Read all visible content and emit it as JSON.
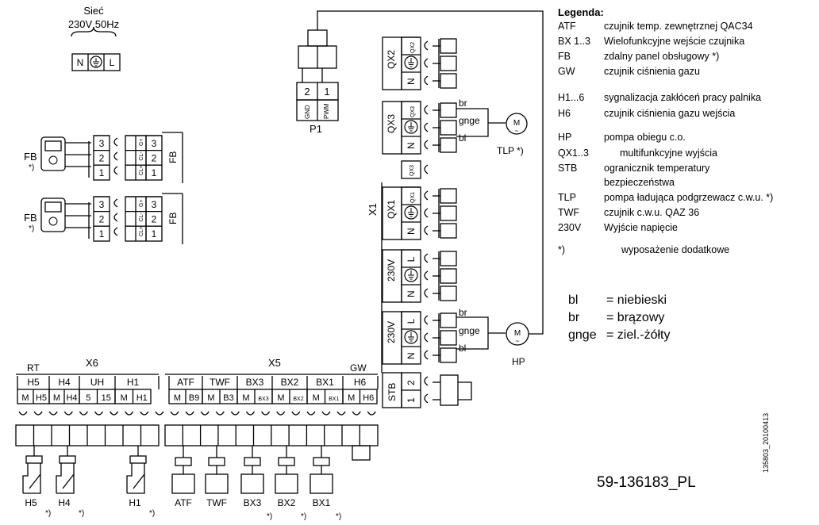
{
  "mains": {
    "title_line1": "Sieć",
    "title_line2": "230V 50Hz",
    "terminals": [
      "N",
      "⏚",
      "L"
    ]
  },
  "p1": {
    "label": "P1",
    "pins": [
      "2",
      "1"
    ],
    "pin_labels": [
      "GND",
      "PWM"
    ]
  },
  "fb_panels": [
    {
      "label": "FB",
      "note": "*)",
      "pins": [
        "3",
        "2",
        "1"
      ],
      "signals": [
        "G+",
        "CL-",
        "CL+"
      ],
      "right_pins": [
        "3",
        "2",
        "1"
      ],
      "right_label": "FB"
    },
    {
      "label": "FB",
      "note": "*)",
      "pins": [
        "3",
        "2",
        "1"
      ],
      "signals": [
        "G+",
        "CL-",
        "CL+"
      ],
      "right_pins": [
        "3",
        "2",
        "1"
      ],
      "right_label": "FB"
    }
  ],
  "x1": {
    "label": "X1",
    "blocks": [
      {
        "name": "QX2",
        "terminals": [
          "QX2",
          "⏚",
          "N"
        ]
      },
      {
        "name": "QX3",
        "terminals": [
          "QX3",
          "⏚",
          "N"
        ],
        "wires": [
          "br",
          "gnge",
          "bl"
        ],
        "device": "TLP *)"
      },
      {
        "name": "",
        "terminals": [
          "QX3"
        ]
      },
      {
        "name": "QX1",
        "terminals": [
          "QX1",
          "⏚",
          "N"
        ]
      },
      {
        "name": "230V",
        "terminals": [
          "L",
          "⏚",
          "N"
        ]
      },
      {
        "name": "230V",
        "terminals": [
          "L",
          "⏚",
          "N"
        ],
        "wires": [
          "br",
          "gnge",
          "bl"
        ],
        "device": "HP"
      },
      {
        "name": "STB",
        "terminals": [
          "2",
          "1"
        ]
      }
    ]
  },
  "bottom": {
    "x6_label": "X6",
    "x5_label": "X5",
    "rt_label": "RT",
    "gw_label": "GW",
    "groups": [
      {
        "name": "H5",
        "terms": [
          "M",
          "H5"
        ]
      },
      {
        "name": "H4",
        "terms": [
          "M",
          "H4"
        ]
      },
      {
        "name": "UH",
        "terms": [
          "5",
          "15"
        ]
      },
      {
        "name": "H1",
        "terms": [
          "M",
          "H1"
        ]
      },
      {
        "name": "ATF",
        "terms": [
          "M",
          "B9"
        ]
      },
      {
        "name": "TWF",
        "terms": [
          "M",
          "B3"
        ]
      },
      {
        "name": "BX3",
        "terms": [
          "M",
          "BX3"
        ]
      },
      {
        "name": "BX2",
        "terms": [
          "M",
          "BX2"
        ]
      },
      {
        "name": "BX1",
        "terms": [
          "M",
          "BX1"
        ]
      },
      {
        "name": "H6",
        "terms": [
          "M",
          "H6"
        ]
      }
    ],
    "devices": [
      "H5",
      "H4",
      "H1",
      "ATF",
      "TWF",
      "BX3",
      "BX2",
      "BX1"
    ],
    "asterisk": "*)"
  },
  "legend": {
    "title": "Legenda:",
    "items": [
      {
        "code": "ATF",
        "desc": "czujnik temp. zewnętrznej QAC34"
      },
      {
        "code": "BX 1..3",
        "desc": "Wielofunkcyjne wejście czujnika"
      },
      {
        "code": "FB",
        "desc": "zdalny panel obsługowy *)"
      },
      {
        "code": "GW",
        "desc": "czujnik ciśnienia gazu"
      },
      {
        "code": "H1...6",
        "desc": "sygnalizacja zakłóceń pracy palnika"
      },
      {
        "code": "H6",
        "desc": "czujnik ciśnienia gazu wejścia"
      },
      {
        "code": "HP",
        "desc": "pompa obiegu c.o."
      },
      {
        "code": "QX1..3",
        "desc": "multifunkcyjne wyjścia"
      },
      {
        "code": "STB",
        "desc": "ogranicznik temperatury"
      },
      {
        "code": "",
        "desc": "bezpieczeństwa"
      },
      {
        "code": "TLP",
        "desc": "pompa ładująca podgrzewacz c.w.u. *)"
      },
      {
        "code": "TWF",
        "desc": "czujnik c.w.u. QAZ 36"
      },
      {
        "code": "230V",
        "desc": "Wyjście napięcie"
      },
      {
        "code": "*)",
        "desc": "wyposażenie dodatkowe"
      }
    ]
  },
  "wire_colors": [
    {
      "code": "bl",
      "desc": "= niebieski"
    },
    {
      "code": "br",
      "desc": "= brązowy"
    },
    {
      "code": "gnge",
      "desc": "= ziel.-żółty"
    }
  ],
  "doc_number": "59-136183_PL",
  "side_code": "135803_20100413"
}
